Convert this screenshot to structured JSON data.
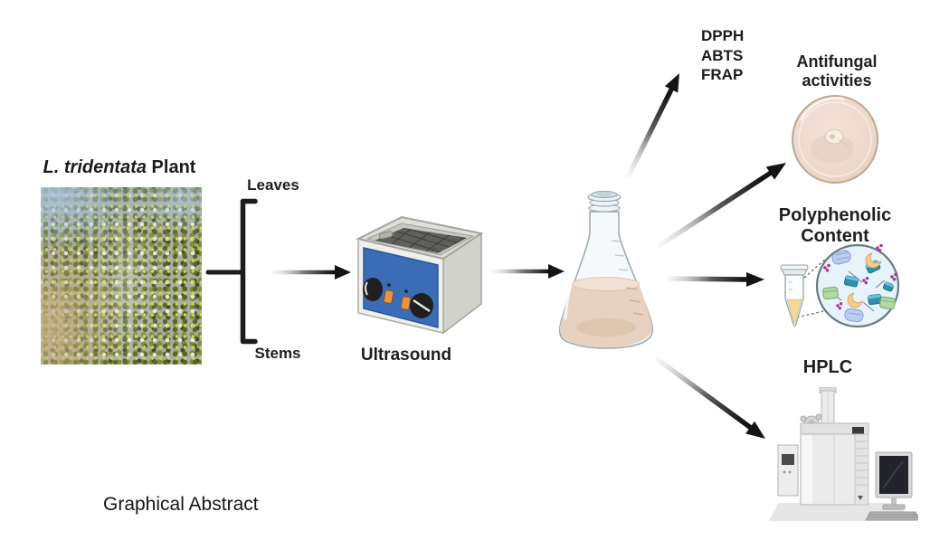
{
  "caption": "Graphical Abstract",
  "plant": {
    "name_italic": "L. tridentata",
    "name_rest": " Plant"
  },
  "extraction": {
    "top_label": "Leaves",
    "bottom_label": "Stems"
  },
  "ultrasound_label": "Ultrasound",
  "antioxidant_assays": [
    "DPPH",
    "ABTS",
    "FRAP"
  ],
  "antifungal": {
    "line1": "Antifungal",
    "line2": "activities"
  },
  "polyphenolic": {
    "line1": "Polyphenolic",
    "line2": "Content"
  },
  "hplc_label": "HPLC",
  "colors": {
    "arrow": "#141414",
    "ultrasound_panel_blue": "#3b6db6",
    "ultrasound_toggle_orange": "#e8933f",
    "flask_liquid": "#e7d1c0",
    "petri_fill": "#ecd7cb",
    "magnifier_bg": "#e6f3fa",
    "tube_liquid": "#f2d999",
    "molecule_teal": "#2f8fae",
    "molecule_green": "#b2d8a6",
    "molecule_blue": "#bccdf0",
    "molecule_purple": "#a23a9a",
    "molecule_orange": "#f4cc8c"
  }
}
